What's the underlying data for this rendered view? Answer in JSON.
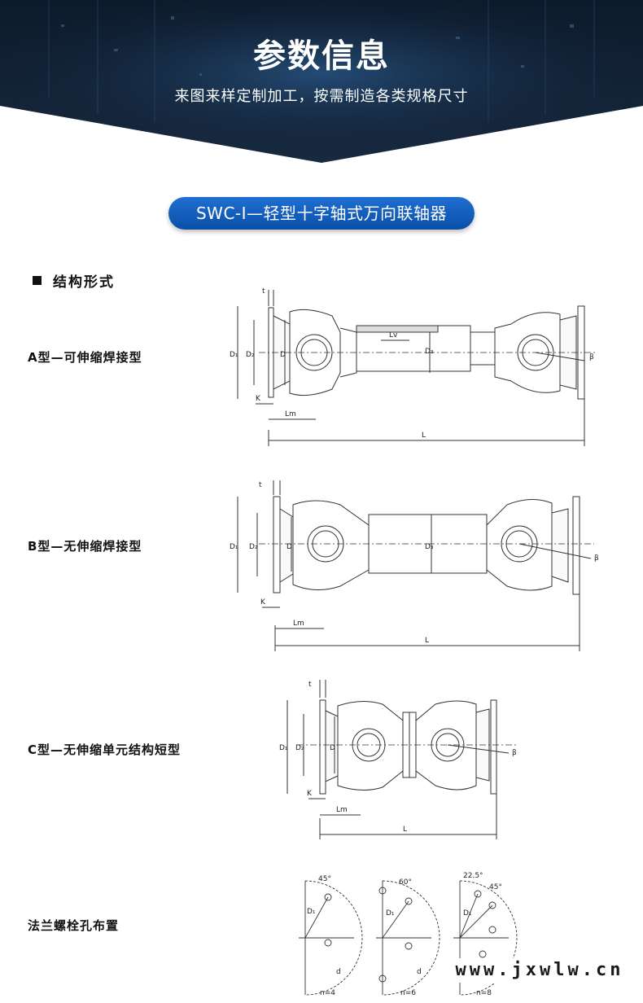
{
  "banner": {
    "title": "参数信息",
    "subtitle": "来图来样定制加工，按需制造各类规格尺寸"
  },
  "product": {
    "name": "SWC-I—轻型十字轴式万向联轴器"
  },
  "section": {
    "title": "结构形式"
  },
  "types": [
    {
      "label": "A型—可伸缩焊接型"
    },
    {
      "label": "B型—无伸缩焊接型"
    },
    {
      "label": "C型—无伸缩单元结构短型"
    },
    {
      "label": "法兰螺栓孔布置"
    }
  ],
  "dims": {
    "t": "t",
    "D1": "D₁",
    "D2": "D₂",
    "D": "D",
    "D3": "D₃",
    "Lv": "Lv",
    "K": "K",
    "Lm": "Lm",
    "L": "L",
    "beta": "β",
    "d": "d"
  },
  "bolt_layouts": [
    {
      "angle1": "45°",
      "angle2": "",
      "n": "n=4"
    },
    {
      "angle1": "60°",
      "angle2": "",
      "n": "n=6"
    },
    {
      "angle1": "22.5°",
      "angle2": "45°",
      "n": "n=8"
    }
  ],
  "watermark": "www.jxwlw.cn",
  "colors": {
    "pill": "#0a4fa8",
    "banner_dark": "#0b1626",
    "banner_blue": "#1a3f6a"
  }
}
